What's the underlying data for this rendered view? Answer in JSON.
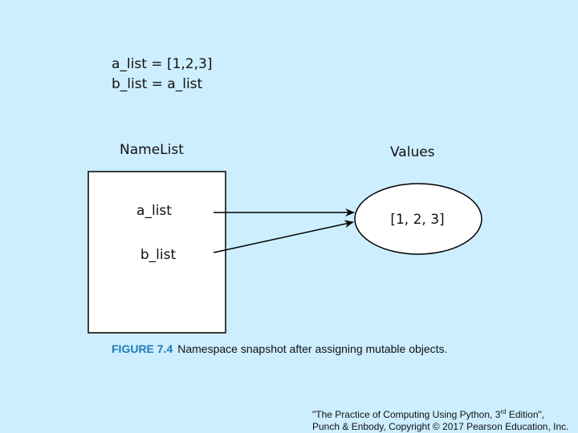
{
  "code": {
    "line1": "a_list = [1,2,3]",
    "line2": "b_list = a_list"
  },
  "diagram": {
    "namelist_heading": "NameList",
    "values_heading": "Values",
    "names": [
      "a_list",
      "b_list"
    ],
    "value": "[1, 2, 3]"
  },
  "caption": {
    "figure_number": "FIGURE 7.4",
    "text": "Namespace snapshot after assigning mutable objects."
  },
  "credit": {
    "line1_start": "\"The Practice of Computing Using Python, 3",
    "line1_sup": "rd",
    "line1_end": " Edition\",",
    "line2": "Punch & Enbody, Copyright © 2017 Pearson Education, Inc."
  },
  "colors": {
    "background": "#cdeefe",
    "caption_accent": "#1f7ab8"
  }
}
